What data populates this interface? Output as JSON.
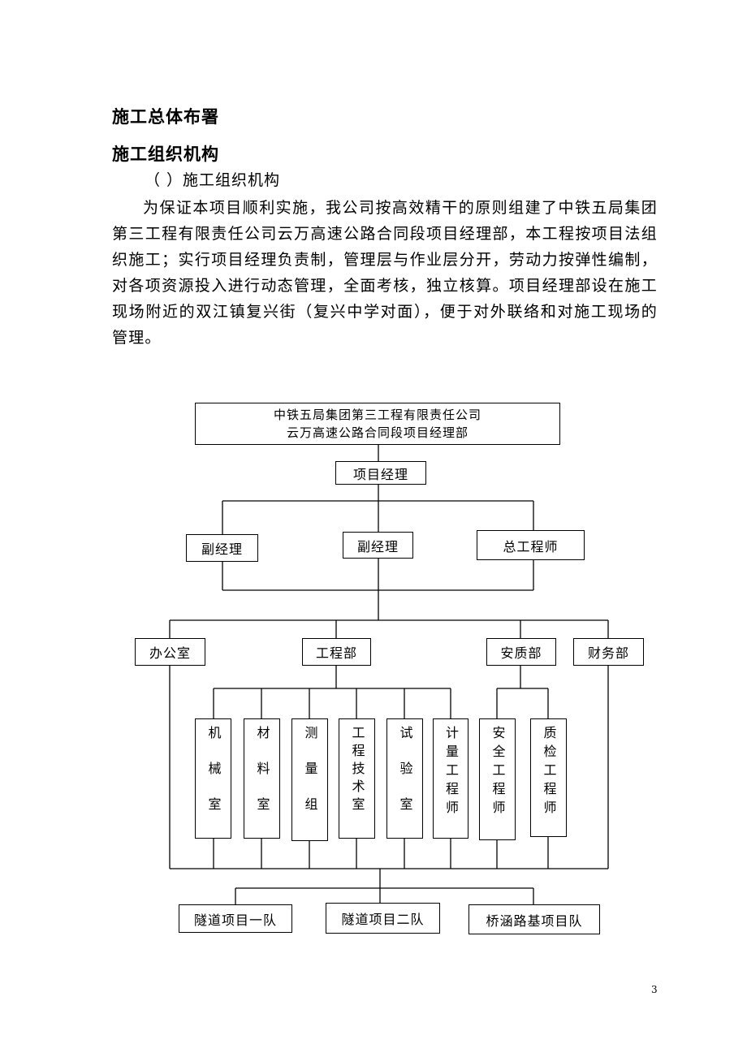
{
  "heading1": "施工总体布署",
  "heading2": "施工组织机构",
  "subheading": "（ ）施工组织机构",
  "paragraph": "为保证本项目顺利实施，我公司按高效精干的原则组建了中铁五局集团第三工程有限责任公司云万高速公路合同段项目经理部，本工程按项目法组织施工；实行项目经理负责制，管理层与作业层分开，劳动力按弹性编制，对各项资源投入进行动态管理，全面考核，独立核算。项目经理部设在施工现场附近的双江镇复兴街（复兴中学对面），便于对外联络和对施工现场的管理。",
  "org": {
    "top_line1": "中铁五局集团第三工程有限责任公司",
    "top_line2": "云万高速公路合同段项目经理部",
    "manager": "项目经理",
    "deputy1": "副经理",
    "deputy2": "副经理",
    "chief_engineer": "总工程师",
    "office": "办公室",
    "engineering_dept": "工程部",
    "safety_quality_dept": "安质部",
    "finance_dept": "财务部",
    "eng_units": [
      "机械室",
      "材料室",
      "测量组",
      "工程技术室",
      "试验室",
      "计量工程师"
    ],
    "sq_units": [
      "安全工程师",
      "质检工程师"
    ],
    "teams": [
      "隧道项目一队",
      "隧道项目二队",
      "桥涵路基项目队"
    ]
  },
  "page_number": "3"
}
